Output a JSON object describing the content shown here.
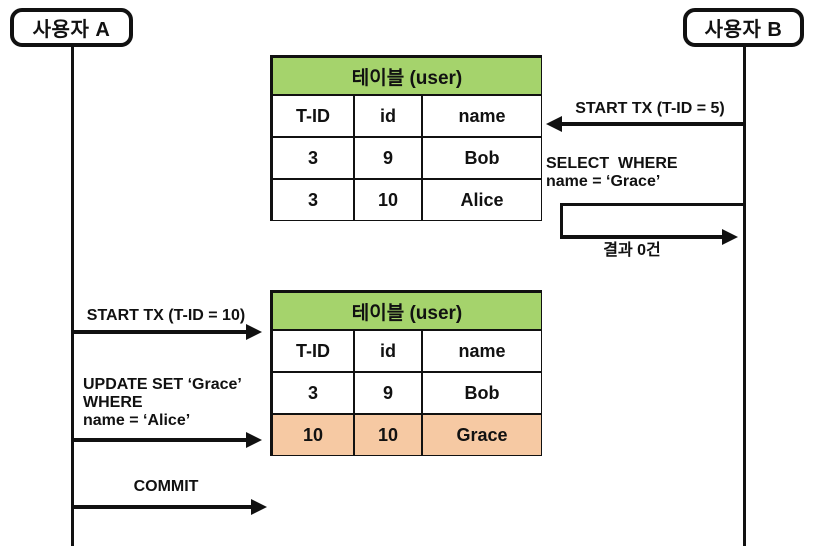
{
  "actors": {
    "a": "사용자 A",
    "b": "사용자 B"
  },
  "tables": {
    "top": {
      "title": "테이블 (user)",
      "columns": [
        "T-ID",
        "id",
        "name"
      ],
      "rows": [
        [
          "3",
          "9",
          "Bob"
        ],
        [
          "3",
          "10",
          "Alice"
        ]
      ]
    },
    "bottom": {
      "title": "테이블 (user)",
      "columns": [
        "T-ID",
        "id",
        "name"
      ],
      "rows": [
        [
          "3",
          "9",
          "Bob"
        ],
        [
          "10",
          "10",
          "Grace"
        ]
      ]
    }
  },
  "messages": {
    "start_tx_b": "START TX (T-ID = 5)",
    "select_where": "SELECT  WHERE\nname = ‘Grace’",
    "result_zero": "결과 0건",
    "start_tx_a": "START TX (T-ID = 10)",
    "update_set": "UPDATE SET ‘Grace’\nWHERE\nname = ‘Alice’",
    "commit": "COMMIT"
  },
  "colors": {
    "table_header_green": "#A5D36C",
    "highlight_row_orange": "#F6C9A3",
    "line_black": "#111111"
  }
}
